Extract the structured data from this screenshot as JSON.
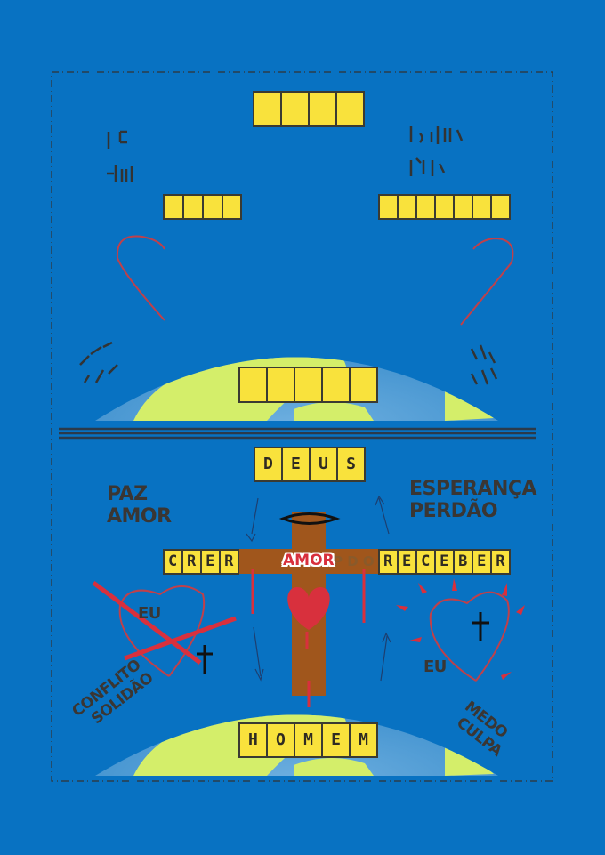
{
  "top_section": {
    "title_boxes": 4,
    "left_boxes": 4,
    "right_boxes": 7,
    "globe_boxes": 5
  },
  "bottom_section": {
    "top_word": "DEUS",
    "left_word": "CRER",
    "right_word": "RECEBER",
    "bottom_word": "HOMEM",
    "center_word": "AMOR",
    "faint_word": "P D O",
    "left_upper": [
      "PAZ",
      "AMOR"
    ],
    "right_upper": [
      "ESPERANÇA",
      "PERDÃO"
    ],
    "left_heart_label": "EU",
    "right_heart_label": "EU",
    "left_lower": [
      "CONFLITO",
      "SOLIDÃO"
    ],
    "right_lower": [
      "MEDO",
      "CULPA"
    ]
  },
  "colors": {
    "background": "#0872c2",
    "box": "#f9e23c",
    "cross": "#a0561c",
    "heart": "#d8303d",
    "land": "#d4ee6a"
  }
}
